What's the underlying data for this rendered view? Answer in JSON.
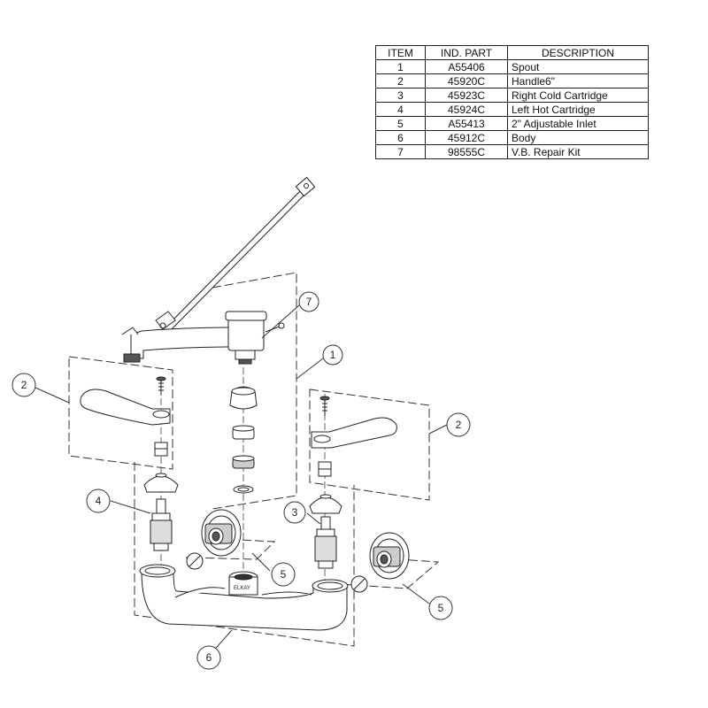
{
  "table": {
    "headers": [
      "ITEM",
      "IND. PART",
      "DESCRIPTION"
    ],
    "rows": [
      [
        "1",
        "A55406",
        "Spout"
      ],
      [
        "2",
        "45920C",
        "Handle6\""
      ],
      [
        "3",
        "45923C",
        "Right Cold Cartridge"
      ],
      [
        "4",
        "45924C",
        "Left Hot Cartridge"
      ],
      [
        "5",
        "A55413",
        "2\" Adjustable Inlet"
      ],
      [
        "6",
        "45912C",
        "Body"
      ],
      [
        "7",
        "98555C",
        "V.B. Repair Kit"
      ]
    ]
  },
  "callouts": [
    "7",
    "1",
    "2",
    "2",
    "4",
    "3",
    "5",
    "5",
    "6"
  ],
  "body_logo": "ELKAY"
}
